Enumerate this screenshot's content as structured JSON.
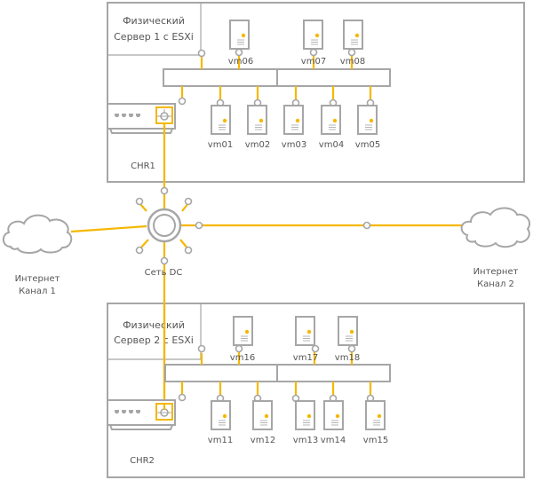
{
  "colors": {
    "link": "#f5b800",
    "outline": "#a6a6a6",
    "text": "#555555",
    "accent": "#f5b800"
  },
  "server1": {
    "title_line1": "Физический",
    "title_line2": "Сервер 1 с ESXi",
    "router_label": "CHR1",
    "vms_top": [
      "vm06",
      "vm07",
      "vm08"
    ],
    "vms_bottom": [
      "vm01",
      "vm02",
      "vm03",
      "vm04",
      "vm05"
    ]
  },
  "server2": {
    "title_line1": "Физический",
    "title_line2": "Сервер 2 с ESXi",
    "router_label": "CHR2",
    "vms_top": [
      "vm16",
      "vm17",
      "vm18"
    ],
    "vms_bottom": [
      "vm11",
      "vm12",
      "vm13",
      "vm14",
      "vm15"
    ]
  },
  "network": {
    "hub_label": "Сеть DC",
    "internet1_line1": "Интернет",
    "internet1_line2": "Канал 1",
    "internet2_line1": "Интернет",
    "internet2_line2": "Канал 2"
  }
}
